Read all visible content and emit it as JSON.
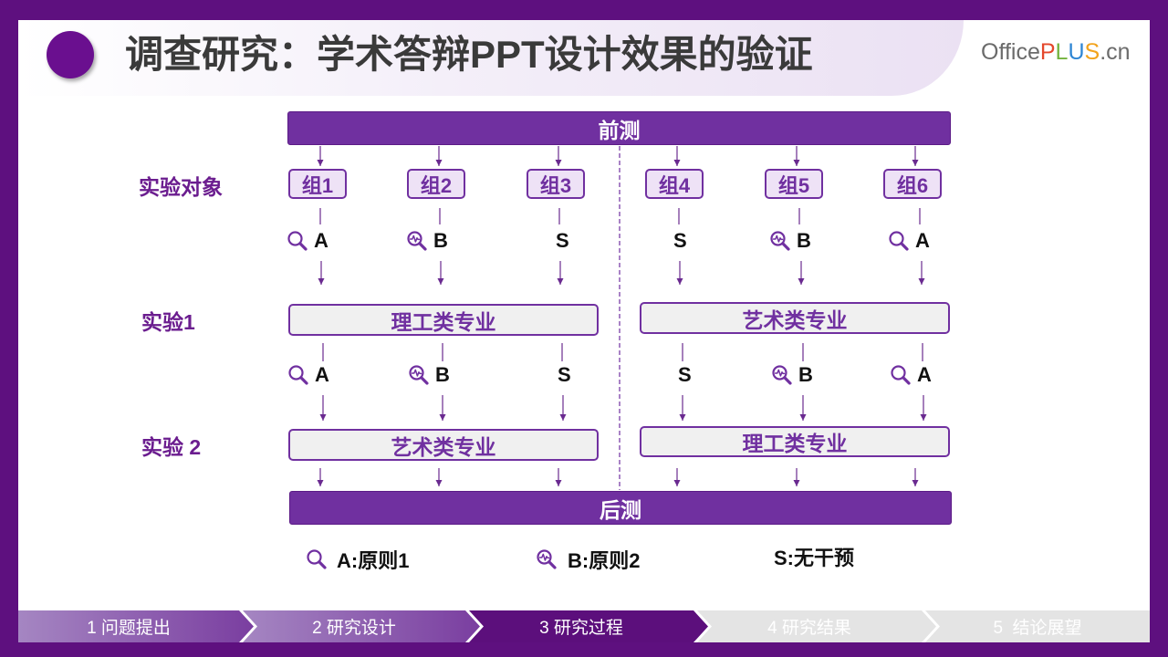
{
  "header": {
    "title": "调查研究：学术答辩PPT设计效果的验证"
  },
  "logo": {
    "office": "Office",
    "p": "P",
    "l": "L",
    "u": "U",
    "s": "S",
    "cn": ".cn",
    "colors": {
      "office": "#6b6b6b",
      "p": "#e4472b",
      "l": "#73b33e",
      "u": "#2f86d4",
      "s": "#f2a31c",
      "cn": "#6b6b6b"
    }
  },
  "diagram": {
    "pretest": "前测",
    "posttest": "后测",
    "row_labels": {
      "subjects": "实验对象",
      "exp1": "实验1",
      "exp2": "实验 2"
    },
    "groups": [
      "组1",
      "组2",
      "组3",
      "组4",
      "组5",
      "组6"
    ],
    "round1": [
      {
        "letter": "A",
        "icon": "magnifier-icon"
      },
      {
        "letter": "B",
        "icon": "magnifier-wave-icon"
      },
      {
        "letter": "S",
        "icon": null
      },
      {
        "letter": "S",
        "icon": null
      },
      {
        "letter": "B",
        "icon": "magnifier-wave-icon"
      },
      {
        "letter": "A",
        "icon": "magnifier-icon"
      }
    ],
    "exp1": [
      "理工类专业",
      "艺术类专业"
    ],
    "round2": [
      {
        "letter": "A",
        "icon": "magnifier-icon"
      },
      {
        "letter": "B",
        "icon": "magnifier-wave-icon"
      },
      {
        "letter": "S",
        "icon": null
      },
      {
        "letter": "S",
        "icon": null
      },
      {
        "letter": "B",
        "icon": "magnifier-wave-icon"
      },
      {
        "letter": "A",
        "icon": "magnifier-icon"
      }
    ],
    "exp2": [
      "艺术类专业",
      "理工类专业"
    ]
  },
  "legend": [
    {
      "icon": "magnifier-icon",
      "text": "A:原则1"
    },
    {
      "icon": "magnifier-wave-icon",
      "text": "B:原则2"
    },
    {
      "icon": null,
      "text": "S:无干预"
    }
  ],
  "nav": {
    "steps": [
      {
        "label": "1 问题提出",
        "visited": true,
        "active": false
      },
      {
        "label": "2 研究设计",
        "visited": true,
        "active": false
      },
      {
        "label": "3 研究过程",
        "visited": false,
        "active": true
      },
      {
        "label": "4 研究结果",
        "visited": false,
        "active": false
      },
      {
        "label": "5  结论展望",
        "visited": false,
        "active": false
      }
    ]
  },
  "colors": {
    "frame": "#5e107f",
    "accent": "#7030a0",
    "group_fill": "#eee2f6",
    "exp_fill": "#f0f0f0",
    "label": "#6b1d8f",
    "title": "#3a3a3a",
    "title_dot": "#6a0f8f",
    "connector": "#6a2a90",
    "step_active": "#5c0f7c",
    "step_visited_from": "#a586c2",
    "step_visited_to": "#7a3ea0",
    "step_upcoming": "#e4e4e4"
  }
}
